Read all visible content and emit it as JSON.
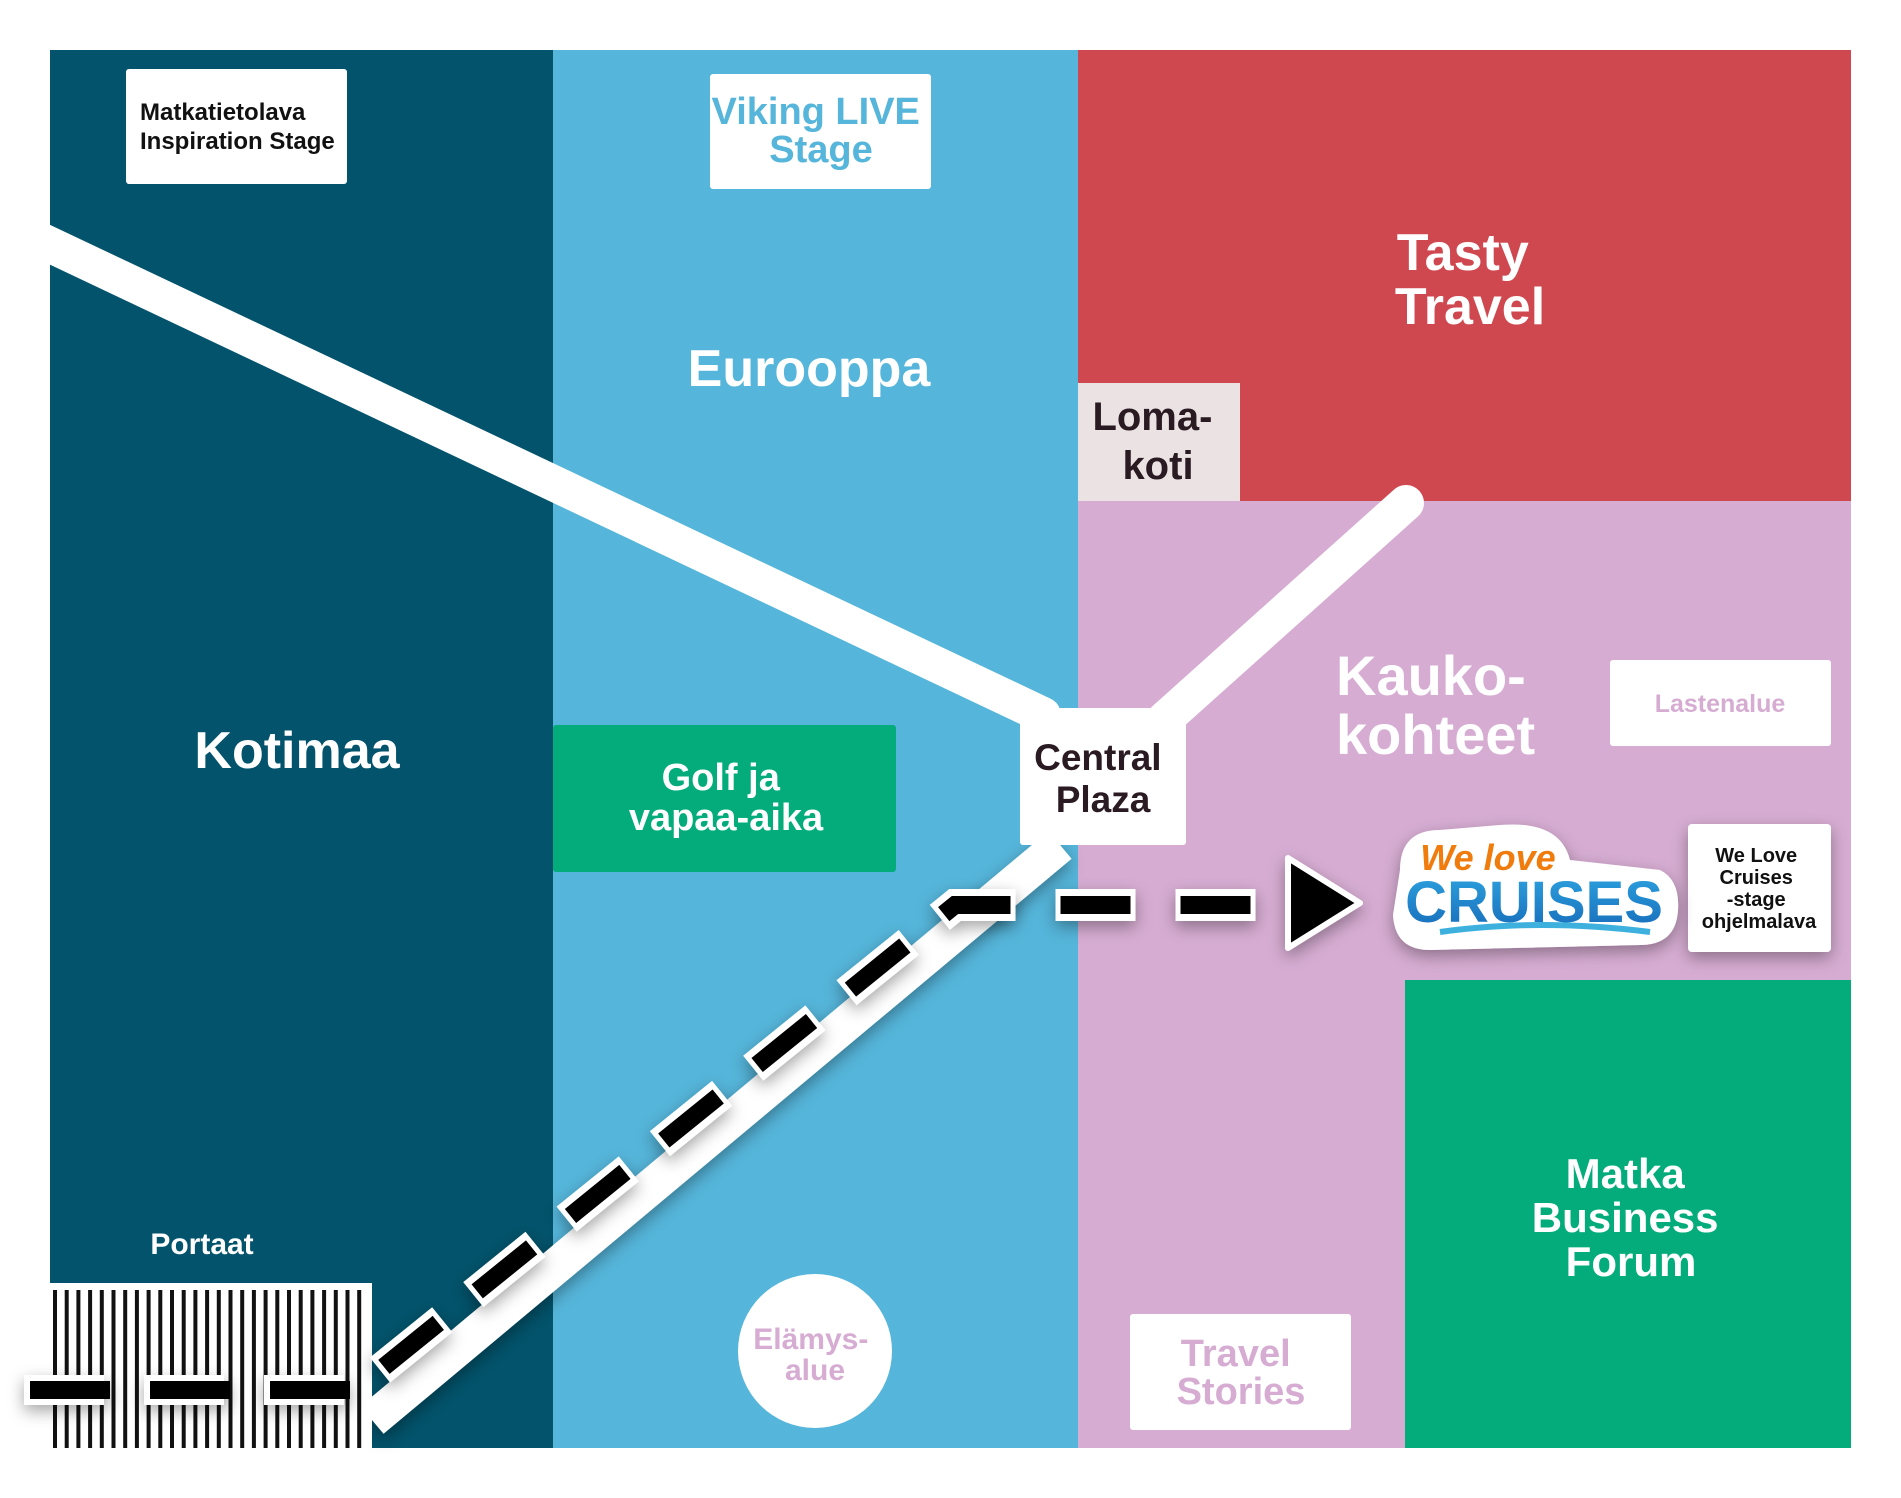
{
  "colors": {
    "kotimaa": "#02536b",
    "eurooppa": "#55b5da",
    "tasty_travel": "#d0484f",
    "kaukokohteet": "#d6acd2",
    "green": "#03ac7a",
    "lomakoti": "#ebe3e3",
    "viking_text": "#55b5da",
    "pink_text": "#d6acd2",
    "cruises_orange": "#f07b0c",
    "cruises_blue": "#1e7ec8"
  },
  "zones": {
    "kotimaa": "Kotimaa",
    "eurooppa": "Eurooppa",
    "tasty_travel": [
      "Tasty",
      "Travel"
    ],
    "lomakoti": [
      "Loma-",
      "koti"
    ],
    "kaukokohteet": [
      "Kauko-",
      "kohteet"
    ],
    "golf": [
      "Golf ja",
      "vapaa-aika"
    ],
    "matka_business_forum": [
      "Matka",
      "Business",
      "Forum"
    ]
  },
  "stages": {
    "matkatietolava": [
      "Matkatietolava",
      "Inspiration Stage"
    ],
    "viking_live": [
      "Viking LIVE",
      "Stage"
    ],
    "central_plaza": [
      "Central",
      "Plaza"
    ],
    "lastenalue": "Lastenalue",
    "we_love_cruises_stage": [
      "We Love",
      "Cruises",
      "-stage",
      "ohjelmalava"
    ],
    "travel_stories": [
      "Travel",
      "Stories"
    ],
    "elamysalue": [
      "Elämys-",
      "alue"
    ]
  },
  "portaat": "Portaat",
  "logo": {
    "line1": "We love",
    "line2": "CRUISES"
  },
  "icons": {
    "route_arrow": "triangle-right-icon",
    "stairs": "stairs-icon"
  }
}
